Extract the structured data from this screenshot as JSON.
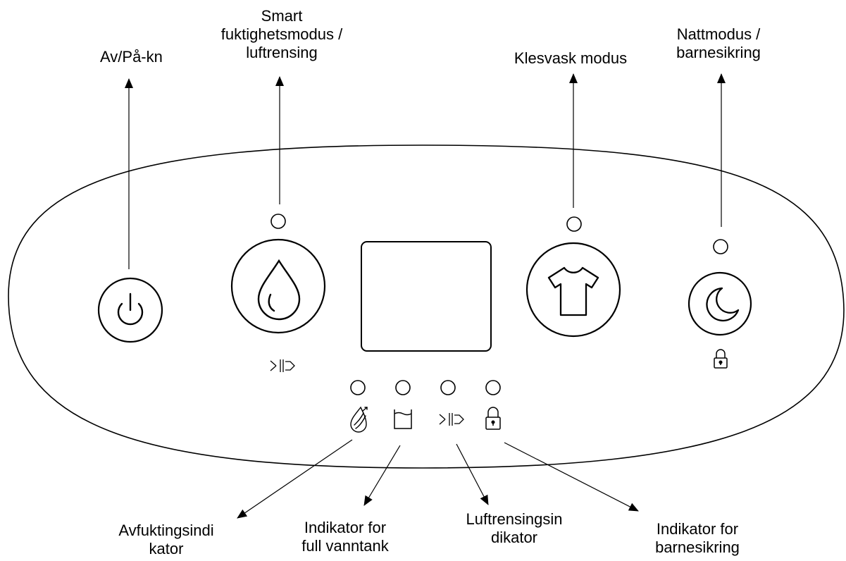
{
  "labels": {
    "power": [
      "Av/På-kn"
    ],
    "smart_humidity": [
      "Smart",
      "fuktighetsmodus /",
      "luftrensing"
    ],
    "laundry": [
      "Klesvask modus"
    ],
    "night": [
      "Nattmodus /",
      "barnesikring"
    ],
    "dehumid_indicator": [
      "Avfuktingsindi",
      "kator"
    ],
    "tank_indicator": [
      "Indikator for",
      "full vanntank"
    ],
    "purify_indicator": [
      "Luftrensingsin",
      "dikator"
    ],
    "lock_indicator": [
      "Indikator for",
      "barnesikring"
    ]
  },
  "icons": {
    "power_button": "power-icon",
    "smart_button": "water-drop-icon",
    "laundry_button": "t-shirt-icon",
    "night_button": "moon-icon",
    "purify_small": "air-purify-icon",
    "lock_small": "padlock-icon",
    "dehumid_small": "dehumidify-icon",
    "tank_small": "water-tank-icon"
  },
  "colors": {
    "stroke": "#000000",
    "background": "#ffffff"
  }
}
